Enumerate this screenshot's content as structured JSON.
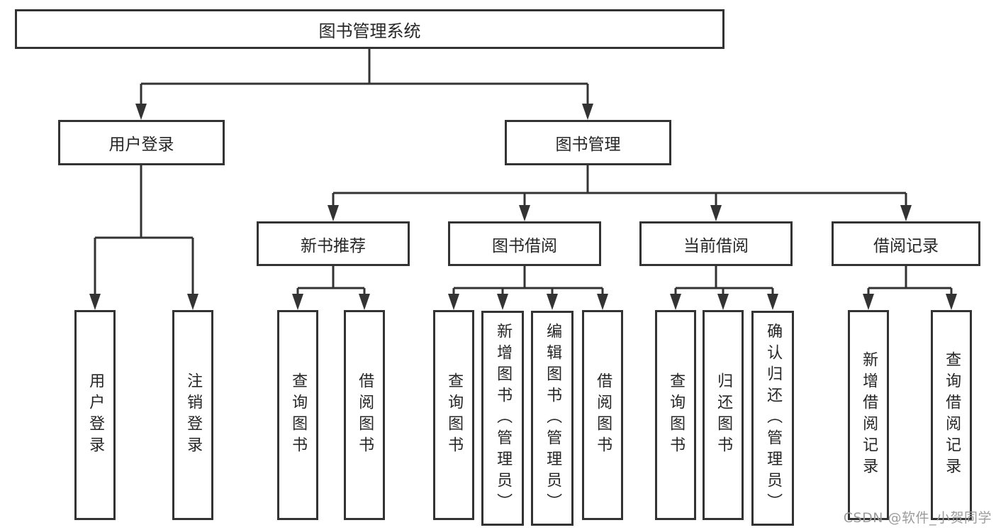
{
  "diagram": {
    "root": {
      "label": "图书管理系统",
      "children": [
        {
          "label": "用户登录",
          "children": [
            {
              "label": "用户登录"
            },
            {
              "label": "注销登录"
            }
          ]
        },
        {
          "label": "图书管理",
          "children": [
            {
              "label": "新书推荐",
              "children": [
                {
                  "label": "查询图书"
                },
                {
                  "label": "借阅图书"
                }
              ]
            },
            {
              "label": "图书借阅",
              "children": [
                {
                  "label": "查询图书"
                },
                {
                  "label": "新增图书（管理员）"
                },
                {
                  "label": "编辑图书（管理员）"
                },
                {
                  "label": "借阅图书"
                }
              ]
            },
            {
              "label": "当前借阅",
              "children": [
                {
                  "label": "查询图书"
                },
                {
                  "label": "归还图书"
                },
                {
                  "label": "确认归还（管理员）"
                }
              ]
            },
            {
              "label": "借阅记录",
              "children": [
                {
                  "label": "新增借阅记录"
                },
                {
                  "label": "查询借阅记录"
                }
              ]
            }
          ]
        }
      ]
    }
  },
  "watermark": {
    "text": "CSDN @软件_小贺同学"
  },
  "colors": {
    "line": "#333333",
    "border": "#333333",
    "text": "#262626",
    "background": "#ffffff",
    "watermark": "#9c9c9c"
  }
}
